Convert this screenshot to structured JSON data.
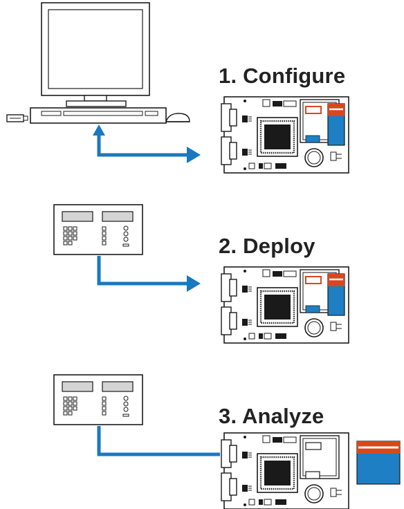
{
  "steps": [
    {
      "number": "1.",
      "label": "Configure",
      "source_device": "desktop-computer-icon",
      "connector": "bidirectional-arrow"
    },
    {
      "number": "2.",
      "label": "Deploy",
      "source_device": "control-panel-icon",
      "connector": "one-way-arrow"
    },
    {
      "number": "3.",
      "label": "Analyze",
      "source_device": "control-panel-icon",
      "connector": "line-to-board",
      "removed_module": "memory-card-icon"
    }
  ],
  "colors": {
    "outline": "#1a1a1a",
    "arrow_blue": "#1a78bf",
    "module_blue": "#1e7fc4",
    "module_red": "#d9481c",
    "lcd_gray": "#d4d4d4"
  }
}
